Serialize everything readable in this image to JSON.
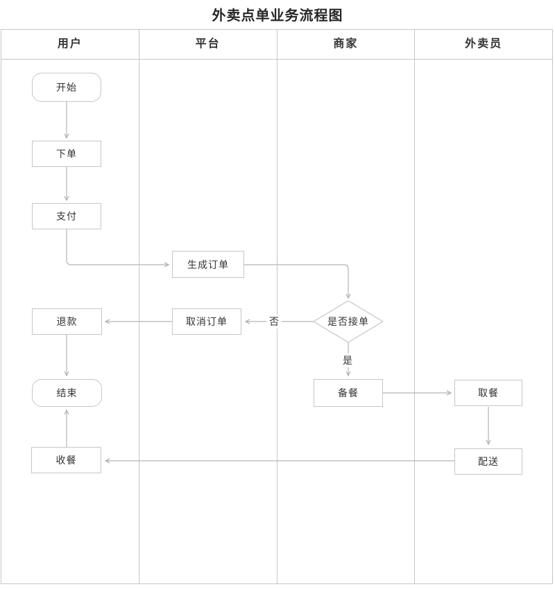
{
  "title": "外卖点单业务流程图",
  "lanes": [
    {
      "label": "用户"
    },
    {
      "label": "平台"
    },
    {
      "label": "商家"
    },
    {
      "label": "外卖员"
    }
  ],
  "nodes": {
    "start": {
      "label": "开始",
      "type": "terminal",
      "lane": "用户"
    },
    "place_order": {
      "label": "下单",
      "type": "process",
      "lane": "用户"
    },
    "pay": {
      "label": "支付",
      "type": "process",
      "lane": "用户"
    },
    "generate_order": {
      "label": "生成订单",
      "type": "process",
      "lane": "平台"
    },
    "accept_decision": {
      "label": "是否接单",
      "type": "decision",
      "lane": "商家"
    },
    "cancel_order": {
      "label": "取消订单",
      "type": "process",
      "lane": "平台"
    },
    "refund": {
      "label": "退款",
      "type": "process",
      "lane": "用户"
    },
    "end": {
      "label": "结束",
      "type": "terminal",
      "lane": "用户"
    },
    "prepare_food": {
      "label": "备餐",
      "type": "process",
      "lane": "商家"
    },
    "pickup_food": {
      "label": "取餐",
      "type": "process",
      "lane": "外卖员"
    },
    "deliver": {
      "label": "配送",
      "type": "process",
      "lane": "外卖员"
    },
    "receive_food": {
      "label": "收餐",
      "type": "process",
      "lane": "用户"
    }
  },
  "edge_labels": {
    "no": "否",
    "yes": "是"
  },
  "edges": [
    {
      "from": "开始",
      "to": "下单"
    },
    {
      "from": "下单",
      "to": "支付"
    },
    {
      "from": "支付",
      "to": "生成订单"
    },
    {
      "from": "生成订单",
      "to": "是否接单"
    },
    {
      "from": "是否接单",
      "to": "取消订单",
      "label": "否"
    },
    {
      "from": "取消订单",
      "to": "退款"
    },
    {
      "from": "退款",
      "to": "结束"
    },
    {
      "from": "是否接单",
      "to": "备餐",
      "label": "是"
    },
    {
      "from": "备餐",
      "to": "取餐"
    },
    {
      "from": "取餐",
      "to": "配送"
    },
    {
      "from": "配送",
      "to": "收餐"
    },
    {
      "from": "收餐",
      "to": "结束"
    }
  ],
  "colors": {
    "line": "#c6c6c6",
    "arrow": "#b3b3b3",
    "text": "#333333",
    "title": "#262626",
    "bg": "#ffffff"
  }
}
